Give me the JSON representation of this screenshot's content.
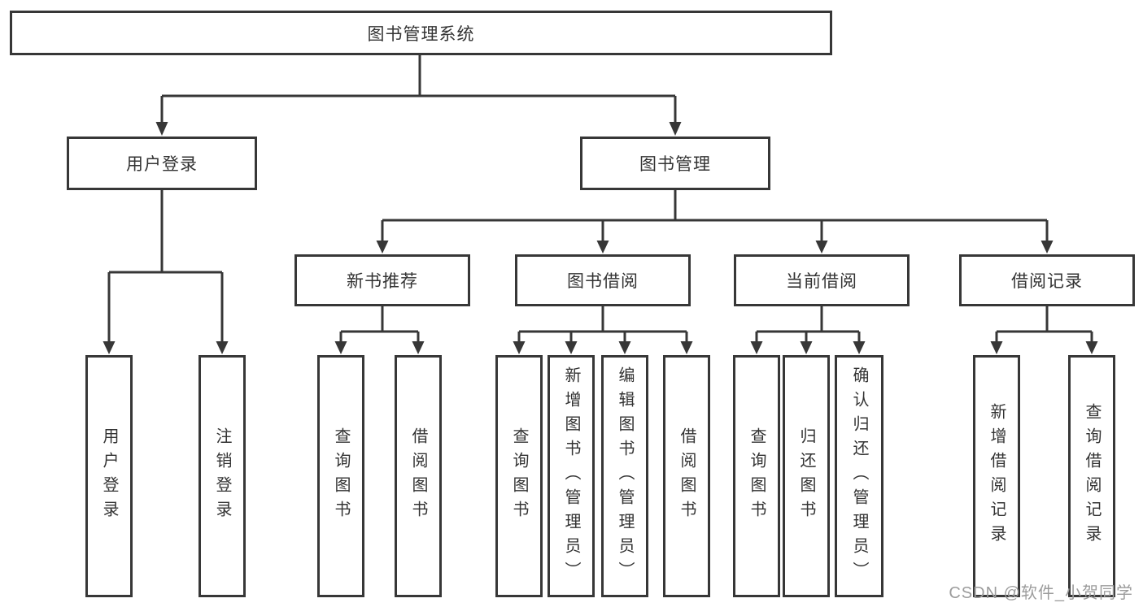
{
  "diagram": {
    "tree": {
      "root": {
        "label": "图书管理系统",
        "children": [
          {
            "label": "用户登录",
            "children": [
              {
                "label": "用户登录"
              },
              {
                "label": "注销登录"
              }
            ]
          },
          {
            "label": "图书管理",
            "children": [
              {
                "label": "新书推荐",
                "children": [
                  {
                    "label": "查询图书"
                  },
                  {
                    "label": "借阅图书"
                  }
                ]
              },
              {
                "label": "图书借阅",
                "children": [
                  {
                    "label": "查询图书"
                  },
                  {
                    "label": "新增图书（管理员）"
                  },
                  {
                    "label": "编辑图书（管理员）"
                  },
                  {
                    "label": "借阅图书"
                  }
                ]
              },
              {
                "label": "当前借阅",
                "children": [
                  {
                    "label": "查询图书"
                  },
                  {
                    "label": "归还图书"
                  },
                  {
                    "label": "确认归还（管理员）"
                  }
                ]
              },
              {
                "label": "借阅记录",
                "children": [
                  {
                    "label": "新增借阅记录"
                  },
                  {
                    "label": "查询借阅记录"
                  }
                ]
              }
            ]
          }
        ]
      }
    },
    "colors": {
      "line": "#373737",
      "text": "#333333",
      "background": "#ffffff",
      "watermark_color": "#9c9c9c"
    }
  },
  "watermark": "CSDN @软件_小贺同学"
}
